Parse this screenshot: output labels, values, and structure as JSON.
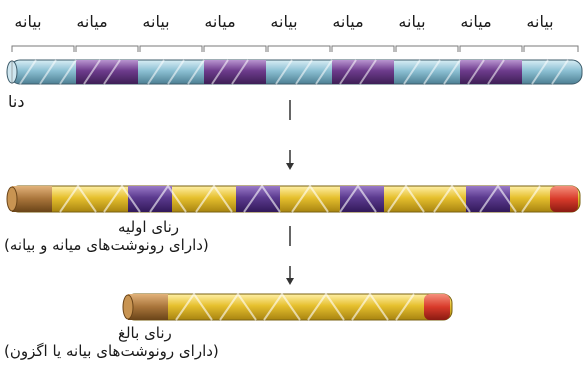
{
  "dna": {
    "label": "دنا",
    "segments": [
      "بیانه",
      "میانه",
      "بیانه",
      "میانه",
      "بیانه",
      "میانه",
      "بیانه",
      "میانه",
      "بیانه"
    ],
    "colors": {
      "exon": "#7fb2c6",
      "intron": "#6d3b8c",
      "outline": "#3c5b6a"
    }
  },
  "primary_rna": {
    "label": "رنای اولیه",
    "note": "(دارای رونوشت‌های میانه و بیانه)",
    "colors": {
      "body": "#e6c02e",
      "intron": "#5b3a8e",
      "cap": "#a8743a",
      "tail": "#d83a2a"
    }
  },
  "mature_rna": {
    "label": "رنای بالغ",
    "note": "(دارای رونوشت‌های بیانه یا اگزون)",
    "colors": {
      "body": "#e6c02e",
      "cap": "#a8743a",
      "tail": "#d83a2a"
    }
  }
}
